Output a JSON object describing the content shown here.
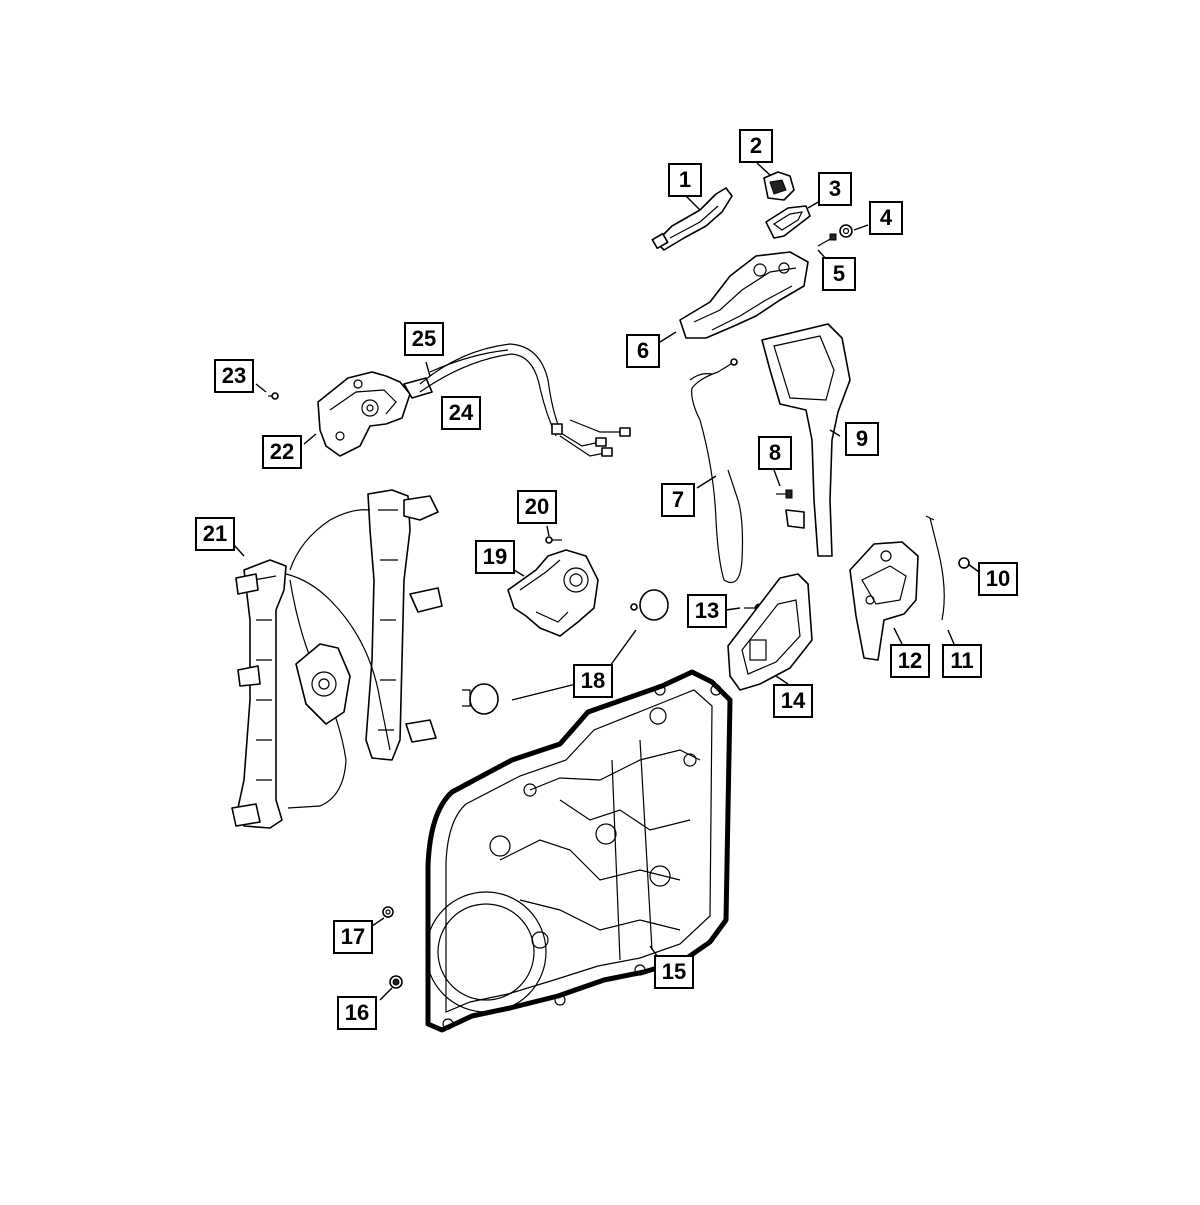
{
  "diagram": {
    "colors": {
      "line": "#000000",
      "background": "#ffffff"
    },
    "callouts": [
      {
        "id": "1",
        "label": "1"
      },
      {
        "id": "2",
        "label": "2"
      },
      {
        "id": "3",
        "label": "3"
      },
      {
        "id": "4",
        "label": "4"
      },
      {
        "id": "5",
        "label": "5"
      },
      {
        "id": "6",
        "label": "6"
      },
      {
        "id": "7",
        "label": "7"
      },
      {
        "id": "8",
        "label": "8"
      },
      {
        "id": "9",
        "label": "9"
      },
      {
        "id": "10",
        "label": "10"
      },
      {
        "id": "11",
        "label": "11"
      },
      {
        "id": "12",
        "label": "12"
      },
      {
        "id": "13",
        "label": "13"
      },
      {
        "id": "14",
        "label": "14"
      },
      {
        "id": "15",
        "label": "15"
      },
      {
        "id": "16",
        "label": "16"
      },
      {
        "id": "17",
        "label": "17"
      },
      {
        "id": "18",
        "label": "18"
      },
      {
        "id": "19",
        "label": "19"
      },
      {
        "id": "20",
        "label": "20"
      },
      {
        "id": "21",
        "label": "21"
      },
      {
        "id": "22",
        "label": "22"
      },
      {
        "id": "23",
        "label": "23"
      },
      {
        "id": "24",
        "label": "24"
      },
      {
        "id": "25",
        "label": "25"
      }
    ]
  }
}
